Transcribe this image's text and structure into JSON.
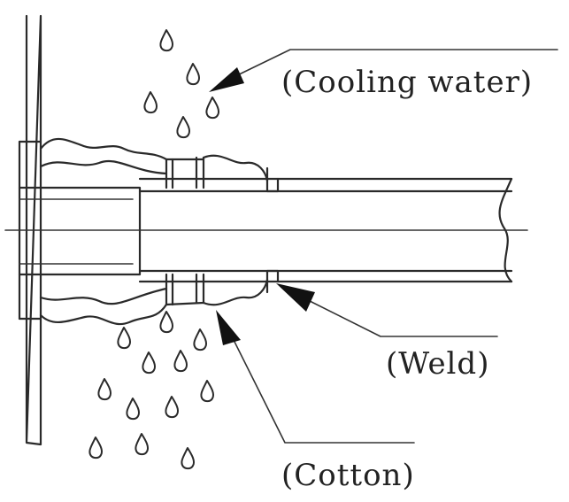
{
  "diagram": {
    "labels": {
      "cooling_water": "(Cooling water)",
      "weld": "(Weld)",
      "cotton": "(Cotton)"
    }
  },
  "colors": {
    "ink": "#2a2a2a",
    "arrow": "#111111",
    "background": "#ffffff"
  }
}
